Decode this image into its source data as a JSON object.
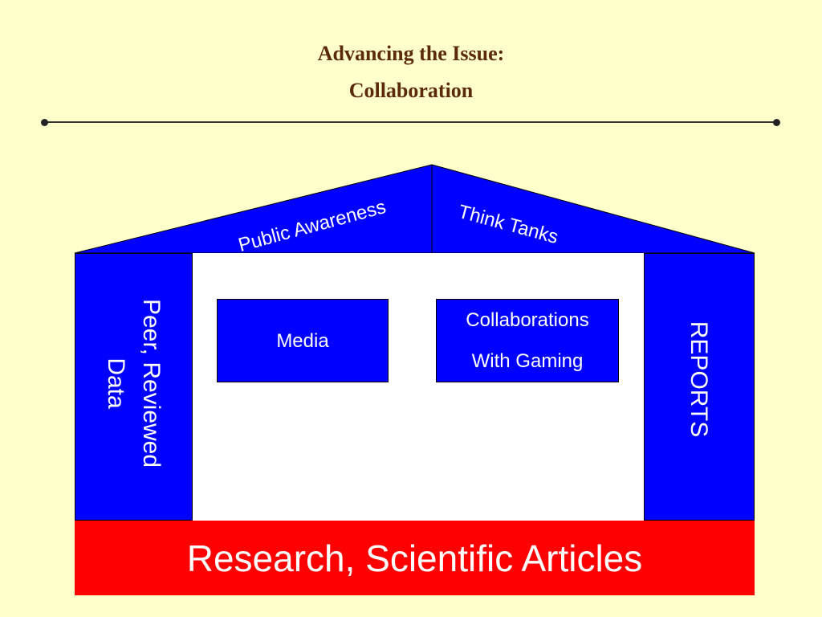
{
  "title": {
    "line1": "Advancing the Issue:",
    "line2": "Collaboration"
  },
  "diagram": {
    "roof_left_label": "Public Awareness",
    "roof_right_label": "Think Tanks",
    "pillar_left": {
      "line1": "Peer, Reviewed",
      "line2": "Data"
    },
    "pillar_right_label": "REPORTS",
    "box_media_label": "Media",
    "box_collab": {
      "line1": "Collaborations",
      "line2": "With Gaming"
    },
    "base_label": "Research, Scientific Articles",
    "colors": {
      "background": "#ffffcc",
      "blue": "#0000ff",
      "red": "#ff0000",
      "title": "#5a2a0a"
    }
  }
}
